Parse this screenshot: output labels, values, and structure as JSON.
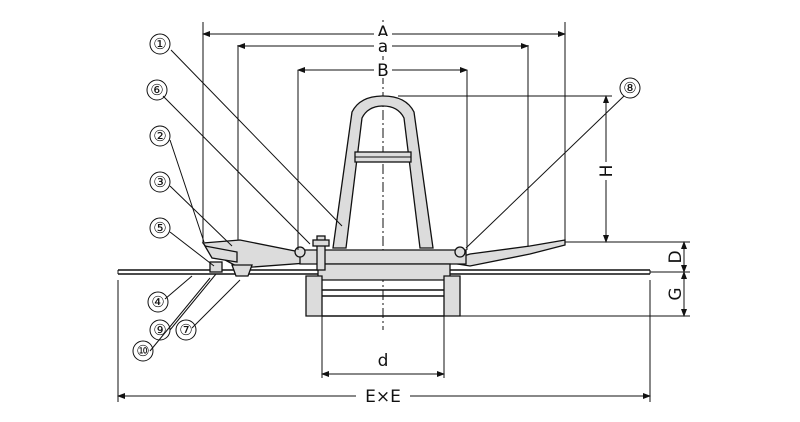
{
  "dimensions": {
    "A": "A",
    "a": "a",
    "B": "B",
    "H": "H",
    "D": "D",
    "G": "G",
    "d": "d",
    "ExE": "E×E"
  },
  "callouts": [
    "①",
    "②",
    "③",
    "④",
    "⑤",
    "⑥",
    "⑦",
    "⑧",
    "⑨",
    "⑩"
  ],
  "colors": {
    "line": "#111111",
    "fill": "#dcdcdc",
    "background": "#ffffff"
  }
}
